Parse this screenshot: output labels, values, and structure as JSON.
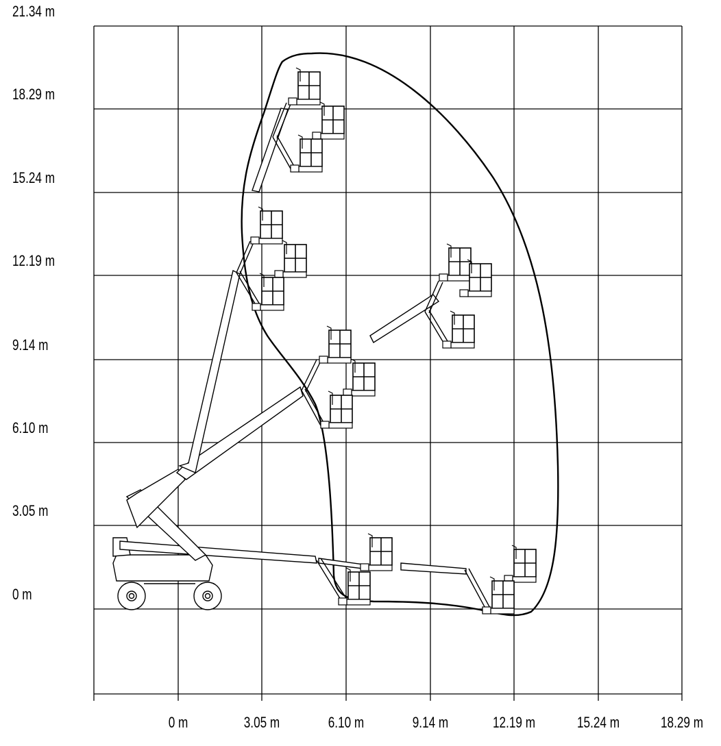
{
  "diagram": {
    "type": "boom lift working range",
    "y_axis_labels": [
      "21.34 m",
      "18.29 m",
      "15.24 m",
      "12.19 m",
      "9.14 m",
      "6.10 m",
      "3.05 m",
      "0 m"
    ],
    "x_axis_labels": [
      "0 m",
      "3.05 m",
      "6.10 m",
      "9.14 m",
      "12.19 m",
      "15.24 m",
      "18.29 m"
    ],
    "colors": {
      "line": "#000000",
      "background": "#ffffff"
    }
  }
}
